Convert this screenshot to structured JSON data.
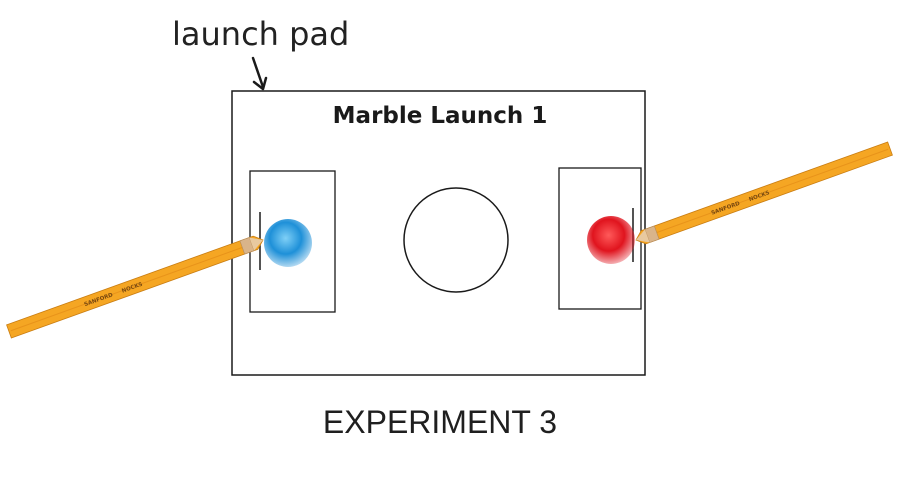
{
  "callout": {
    "label": "launch pad"
  },
  "pad": {
    "title": "Marble Launch 1"
  },
  "caption": {
    "text": "EXPERIMENT 3"
  },
  "pencils": {
    "brand": "SANFORD",
    "model": "NOCKS"
  },
  "marbles": [
    {
      "name": "blue-marble",
      "color": "#1e90d8",
      "highlight": "#6cc6f5"
    },
    {
      "name": "red-marble",
      "color": "#e0141e",
      "highlight": "#ff6a6a"
    }
  ],
  "colors": {
    "outline": "#1a1a1a",
    "pencil_body": "#f5a623",
    "pencil_edge": "#c97d12",
    "pencil_tip": "#e8c9a0",
    "eraser_band": "#d9b48a"
  }
}
